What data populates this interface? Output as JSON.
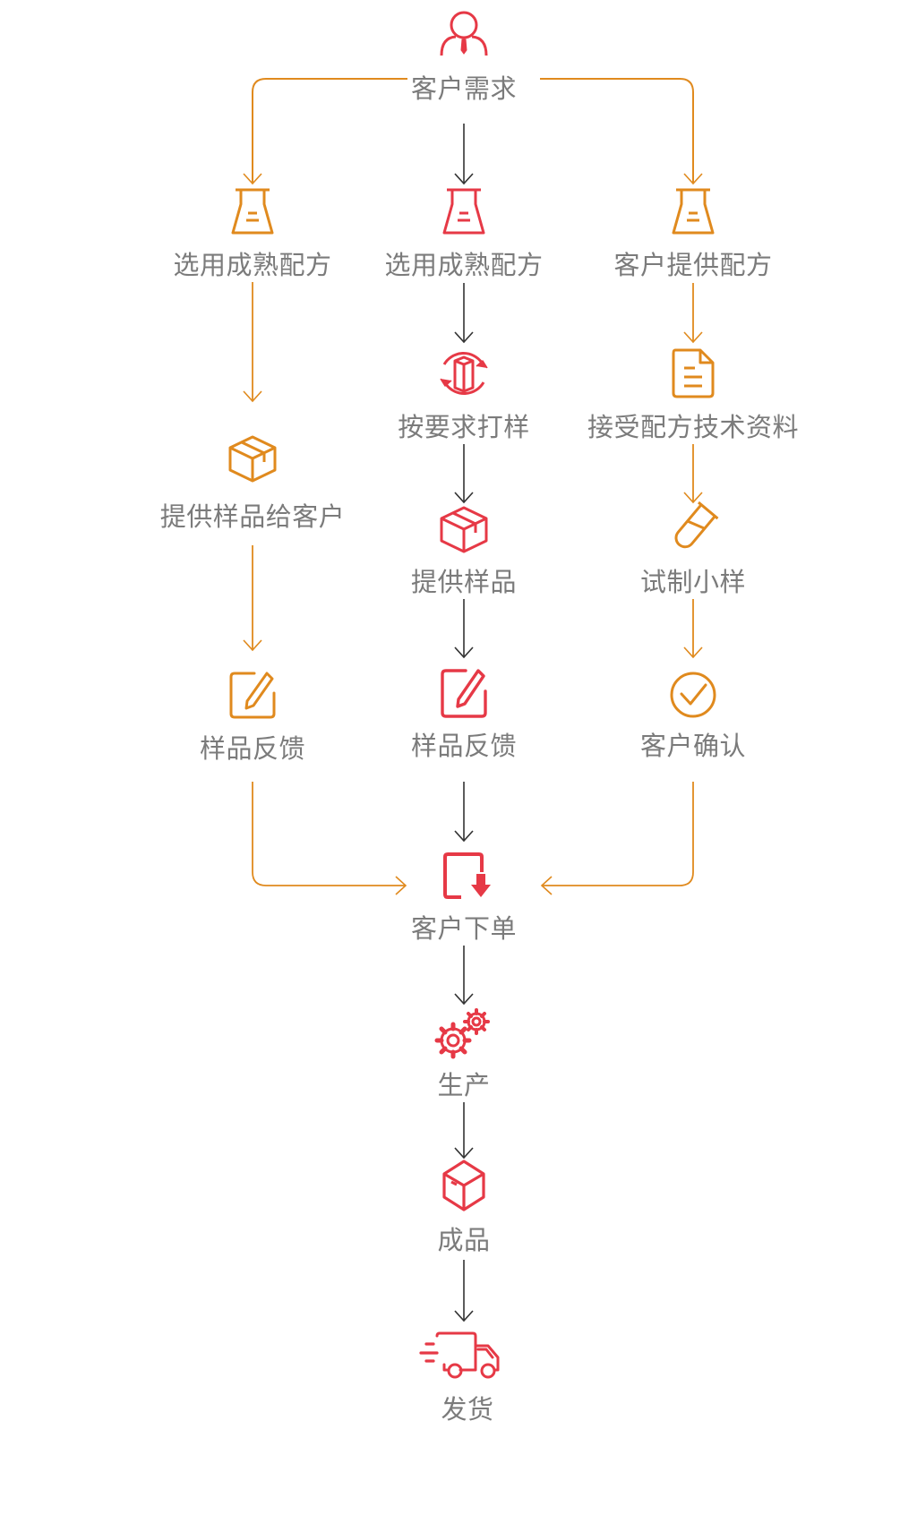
{
  "colors": {
    "orange": "#e08a1e",
    "red": "#e63946",
    "arrow_dark": "#333333",
    "text": "#7b7b7b"
  },
  "nodes": {
    "start": {
      "label": "客户需求",
      "icon": "person-icon"
    },
    "left": [
      {
        "label": "选用成熟配方",
        "icon": "flask-icon"
      },
      {
        "label": "提供样品给客户",
        "icon": "package-icon"
      },
      {
        "label": "样品反馈",
        "icon": "edit-icon"
      }
    ],
    "middle": [
      {
        "label": "选用成熟配方",
        "icon": "flask-icon"
      },
      {
        "label": "按要求打样",
        "icon": "rotate-box-icon"
      },
      {
        "label": "提供样品",
        "icon": "package-icon"
      },
      {
        "label": "样品反馈",
        "icon": "edit-icon"
      }
    ],
    "right": [
      {
        "label": "客户提供配方",
        "icon": "flask-icon"
      },
      {
        "label": "接受配方技术资料",
        "icon": "document-icon"
      },
      {
        "label": "试制小样",
        "icon": "test-tube-icon"
      },
      {
        "label": "客户确认",
        "icon": "check-circle-icon"
      }
    ],
    "final": [
      {
        "label": "客户下单",
        "icon": "order-download-icon"
      },
      {
        "label": "生产",
        "icon": "gears-icon"
      },
      {
        "label": "成品",
        "icon": "cube-icon"
      },
      {
        "label": "发货",
        "icon": "delivery-truck-icon"
      }
    ]
  }
}
